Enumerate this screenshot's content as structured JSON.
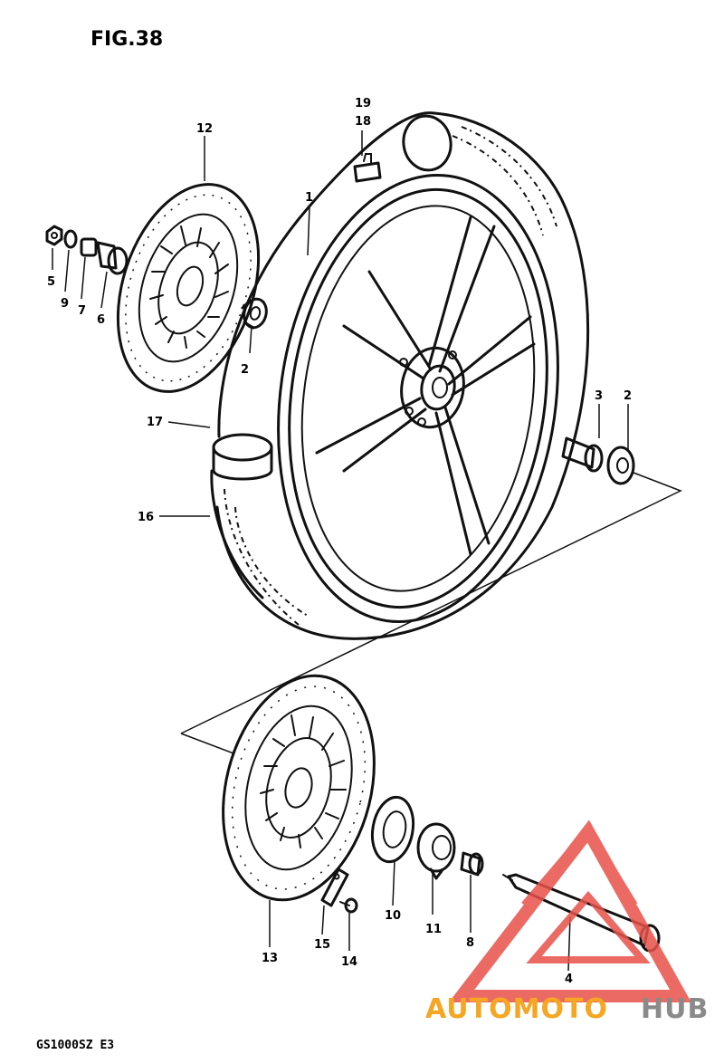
{
  "figure": {
    "title": "FIG.38",
    "model_code": "GS1000SZ E3"
  },
  "callouts": [
    {
      "id": "c1",
      "text": "1"
    },
    {
      "id": "c2a",
      "text": "2"
    },
    {
      "id": "c2b",
      "text": "2"
    },
    {
      "id": "c3",
      "text": "3"
    },
    {
      "id": "c4",
      "text": "4"
    },
    {
      "id": "c5",
      "text": "5"
    },
    {
      "id": "c6",
      "text": "6"
    },
    {
      "id": "c7",
      "text": "7"
    },
    {
      "id": "c8",
      "text": "8"
    },
    {
      "id": "c9",
      "text": "9"
    },
    {
      "id": "c10",
      "text": "10"
    },
    {
      "id": "c11",
      "text": "11"
    },
    {
      "id": "c12",
      "text": "12"
    },
    {
      "id": "c13",
      "text": "13"
    },
    {
      "id": "c14",
      "text": "14"
    },
    {
      "id": "c15",
      "text": "15"
    },
    {
      "id": "c16",
      "text": "16"
    },
    {
      "id": "c17",
      "text": "17"
    },
    {
      "id": "c18",
      "text": "18"
    },
    {
      "id": "c19",
      "text": "19"
    }
  ],
  "watermark": {
    "part1": "AUTOMOTO",
    "part2": "HUB",
    "color1": "#f5a623",
    "color2": "#8a8a8a",
    "logo_color": "#e8524a"
  }
}
